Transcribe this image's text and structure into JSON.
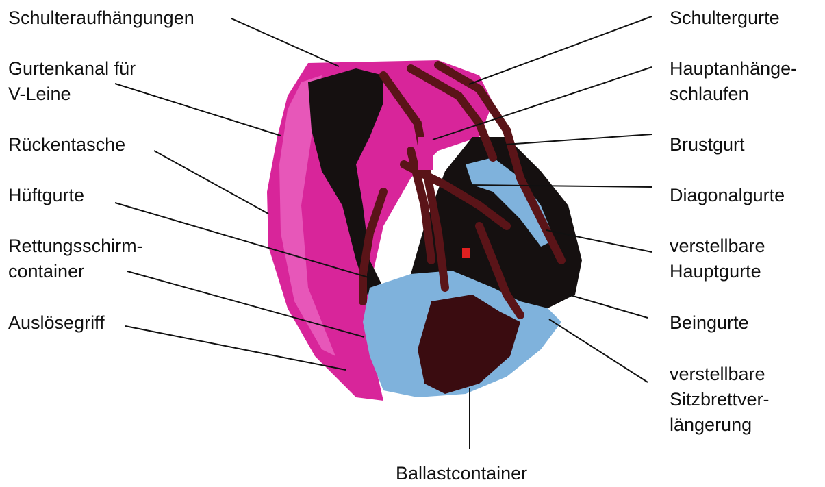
{
  "colors": {
    "background": "#ffffff",
    "text": "#111111",
    "leader_line": "#111111",
    "harness_pink": "#d8259a",
    "harness_blue": "#7fb2dc",
    "straps": "#5a1418",
    "dark": "#151010"
  },
  "labels_left": {
    "schulteraufhaengungen": [
      "Schulteraufhängungen"
    ],
    "gurtenkanal": [
      "Gurtenkanal für",
      "V-Leine"
    ],
    "rueckentasche": [
      "Rückentasche"
    ],
    "hueftgurte": [
      "Hüftgurte"
    ],
    "rettungsschirm": [
      "Rettungsschirm-",
      "container"
    ],
    "ausloesegriff": [
      "Auslösegriff"
    ]
  },
  "labels_right": {
    "schultergurte": [
      "Schultergurte"
    ],
    "hauptanhaenge": [
      "Hauptanhänge-",
      "schlaufen"
    ],
    "brustgurt": [
      "Brustgurt"
    ],
    "diagonalgurte": [
      "Diagonalgurte"
    ],
    "hauptgurte": [
      "verstellbare",
      "Hauptgurte"
    ],
    "beingurte": [
      "Beingurte"
    ],
    "sitzbrett": [
      "verstellbare",
      "Sitzbrettver-",
      "längerung"
    ]
  },
  "labels_bottom": {
    "ballastcontainer": [
      "Ballastcontainer"
    ]
  }
}
